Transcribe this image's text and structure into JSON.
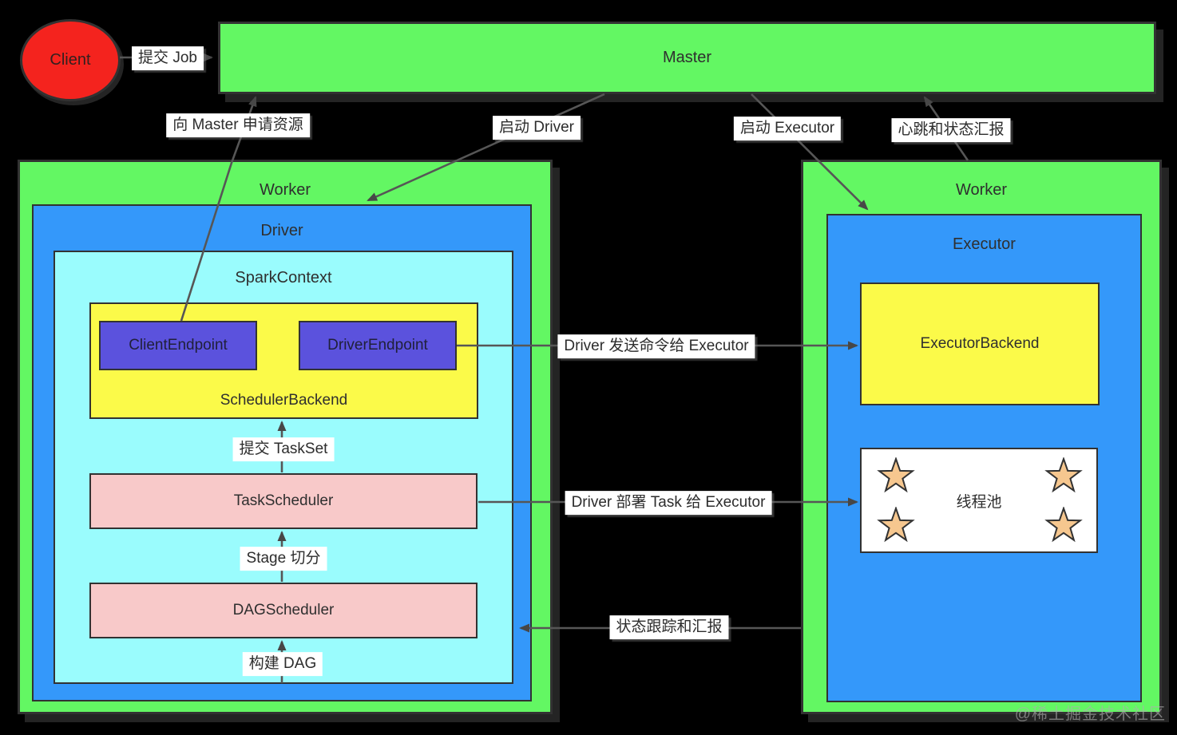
{
  "palette": {
    "background": "#000000",
    "node_green": "#63f763",
    "node_blue": "#3498fa",
    "node_cyan": "#9afcfd",
    "node_yellow": "#fbfa49",
    "node_purple": "#5b52dd",
    "node_pink": "#f8c9c9",
    "node_red": "#f4231e",
    "star_fill": "#f6c78f",
    "border": "#323232",
    "line": "#565656",
    "label_bg": "#ffffff"
  },
  "nodes": {
    "client": {
      "label": "Client"
    },
    "master": {
      "label": "Master"
    },
    "worker_left": {
      "label": "Worker"
    },
    "driver": {
      "label": "Driver"
    },
    "spark_context": {
      "label": "SparkContext"
    },
    "scheduler_backend": {
      "label": "SchedulerBackend"
    },
    "client_endpoint": {
      "label": "ClientEndpoint"
    },
    "driver_endpoint": {
      "label": "DriverEndpoint"
    },
    "task_scheduler": {
      "label": "TaskScheduler"
    },
    "dag_scheduler": {
      "label": "DAGScheduler"
    },
    "worker_right": {
      "label": "Worker"
    },
    "executor": {
      "label": "Executor"
    },
    "executor_backend": {
      "label": "ExecutorBackend"
    },
    "thread_pool": {
      "label": "线程池"
    }
  },
  "edges": {
    "submit_job": "提交 Job",
    "request_resources": "向 Master 申请资源",
    "launch_driver": "启动 Driver",
    "launch_executor": "启动 Executor",
    "heartbeat": "心跳和状态汇报",
    "send_command": "Driver 发送命令给 Executor",
    "submit_taskset": "提交 TaskSet",
    "stage_split": "Stage 切分",
    "build_dag": "构建 DAG",
    "deploy_task": "Driver 部署 Task 给 Executor",
    "status_report": "状态跟踪和汇报"
  },
  "watermark": "@稀土掘金技术社区"
}
